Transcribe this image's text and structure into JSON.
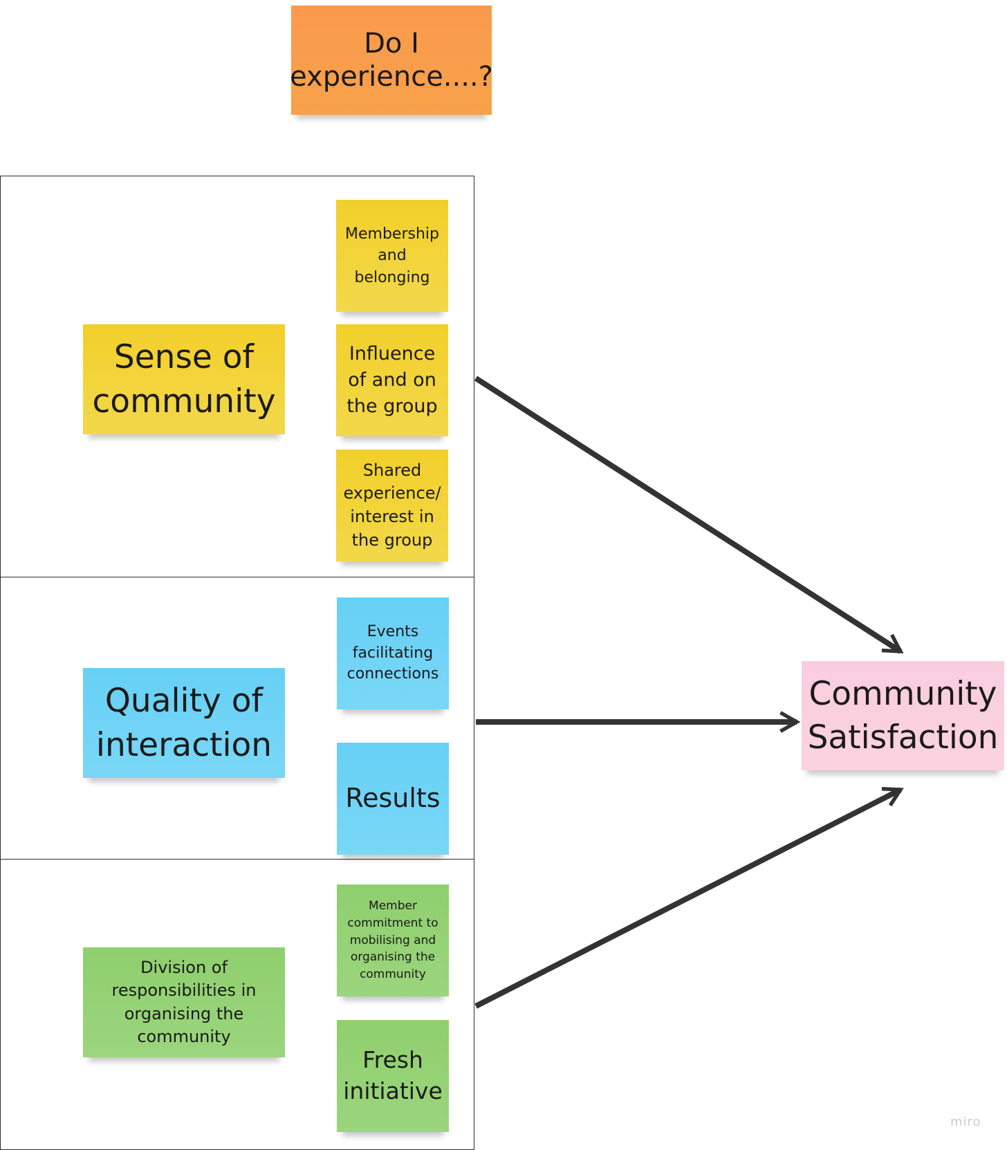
{
  "header": {
    "question": "Do I experience....?"
  },
  "groups": [
    {
      "title": "Sense of community",
      "color": "#f2cf2a",
      "items": [
        "Membership and belonging",
        "Influence of and on the group",
        "Shared experience/ interest in the group"
      ]
    },
    {
      "title": "Quality of interaction",
      "color": "#66d0f5",
      "items": [
        "Events facilitating connections",
        "Results"
      ]
    },
    {
      "title": "Division of responsibilities in organising the community",
      "color": "#8fcf6e",
      "items": [
        "Member commitment to mobilising and organising the community",
        "Fresh initiative"
      ]
    }
  ],
  "outcome": {
    "label": "Community Satisfaction",
    "color": "#f9cddd"
  },
  "header_color": "#fa9a4d",
  "watermark": "miro"
}
